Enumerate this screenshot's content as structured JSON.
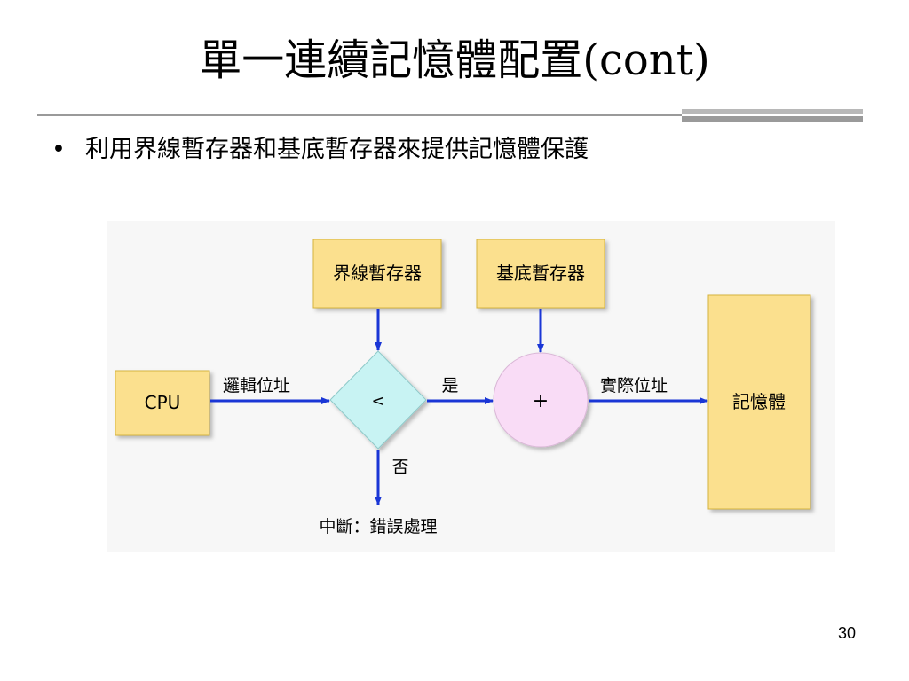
{
  "slide": {
    "title": "單一連續記憶體配置(cont)",
    "bullet_symbol": "•",
    "bullet_text": "利用界線暫存器和基底暫存器來提供記憶體保護",
    "page_number": "30"
  },
  "diagram": {
    "limit_register": "界線暫存器",
    "base_register": "基底暫存器",
    "cpu": "CPU",
    "logical_address": "邏輯位址",
    "compare_symbol": "<",
    "yes_label": "是",
    "adder_symbol": "+",
    "physical_address": "實際位址",
    "memory": "記憶體",
    "no_label": "否",
    "trap": "中斷：錯誤處理",
    "colors": {
      "panel": "#f7f7f7",
      "box_fill": "#fbe08e",
      "box_stroke": "#d6b33c",
      "diamond_fill": "#c8f3f3",
      "circle_fill": "#f9dcf6",
      "arrow": "#1a36d6"
    }
  }
}
